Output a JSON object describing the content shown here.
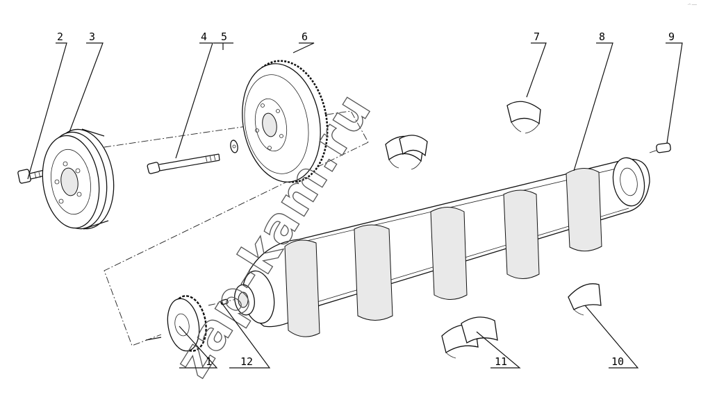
{
  "watermark": "zap-kam.ru",
  "corner_mark": "·ⁿ ──",
  "callouts": [
    {
      "id": "1",
      "text": "1"
    },
    {
      "id": "2",
      "text": "2"
    },
    {
      "id": "3",
      "text": "3"
    },
    {
      "id": "4",
      "text": "4"
    },
    {
      "id": "5",
      "text": "5"
    },
    {
      "id": "6",
      "text": "6"
    },
    {
      "id": "7",
      "text": "7"
    },
    {
      "id": "8",
      "text": "8"
    },
    {
      "id": "9",
      "text": "9"
    },
    {
      "id": "10",
      "text": "10"
    },
    {
      "id": "11",
      "text": "11"
    },
    {
      "id": "12",
      "text": "12"
    }
  ]
}
